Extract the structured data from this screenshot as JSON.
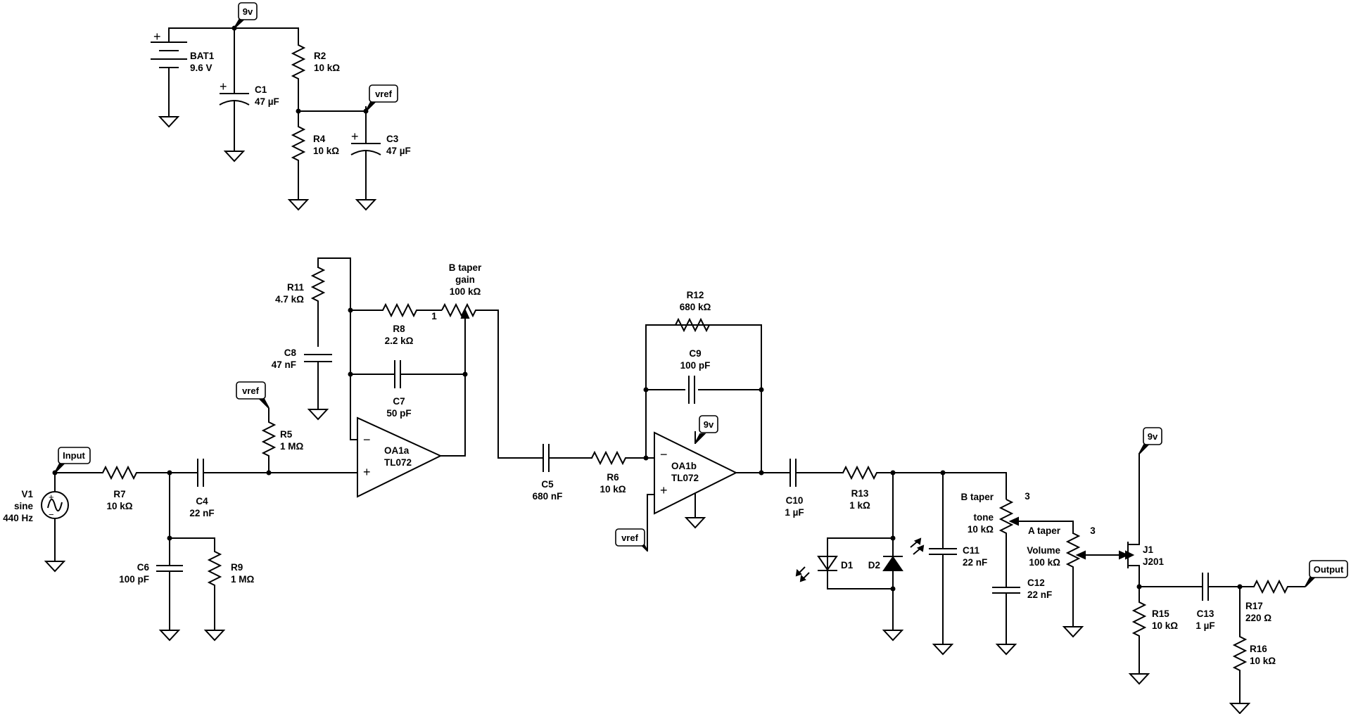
{
  "net_labels": {
    "nine_v": "9v",
    "vref": "vref",
    "input": "Input",
    "output": "Output"
  },
  "components": {
    "bat1": {
      "ref": "BAT1",
      "value": "9.6 V"
    },
    "c1": {
      "ref": "C1",
      "value": "47 µF"
    },
    "r2": {
      "ref": "R2",
      "value": "10 kΩ"
    },
    "r4": {
      "ref": "R4",
      "value": "10 kΩ"
    },
    "c3": {
      "ref": "C3",
      "value": "47 µF"
    },
    "v1": {
      "ref": "V1",
      "type": "sine",
      "value": "440 Hz"
    },
    "r7": {
      "ref": "R7",
      "value": "10 kΩ"
    },
    "c4": {
      "ref": "C4",
      "value": "22 nF"
    },
    "c6": {
      "ref": "C6",
      "value": "100 pF"
    },
    "r9": {
      "ref": "R9",
      "value": "1 MΩ"
    },
    "r5": {
      "ref": "R5",
      "value": "1 MΩ"
    },
    "r11": {
      "ref": "R11",
      "value": "4.7 kΩ"
    },
    "c8": {
      "ref": "C8",
      "value": "47 nF"
    },
    "r8": {
      "ref": "R8",
      "value": "2.2 kΩ"
    },
    "gain": {
      "taper": "B taper",
      "ref": "gain",
      "value": "100 kΩ",
      "pin": "1"
    },
    "c7": {
      "ref": "C7",
      "value": "50 pF"
    },
    "oa1a": {
      "ref": "OA1a",
      "part": "TL072"
    },
    "c5": {
      "ref": "C5",
      "value": "680 nF"
    },
    "r6": {
      "ref": "R6",
      "value": "10 kΩ"
    },
    "r12": {
      "ref": "R12",
      "value": "680 kΩ"
    },
    "c9": {
      "ref": "C9",
      "value": "100 pF"
    },
    "oa1b": {
      "ref": "OA1b",
      "part": "TL072"
    },
    "c10": {
      "ref": "C10",
      "value": "1 µF"
    },
    "r13": {
      "ref": "R13",
      "value": "1 kΩ"
    },
    "d1": {
      "ref": "D1"
    },
    "d2": {
      "ref": "D2"
    },
    "c11": {
      "ref": "C11",
      "value": "22 nF"
    },
    "tone": {
      "taper": "B taper",
      "ref": "tone",
      "value": "10 kΩ",
      "pin": "3"
    },
    "c12": {
      "ref": "C12",
      "value": "22 nF"
    },
    "volume": {
      "taper": "A taper",
      "ref": "Volume",
      "value": "100 kΩ",
      "pin": "3"
    },
    "j1": {
      "ref": "J1",
      "part": "J201"
    },
    "r15": {
      "ref": "R15",
      "value": "10 kΩ"
    },
    "c13": {
      "ref": "C13",
      "value": "1 µF"
    },
    "r17": {
      "ref": "R17",
      "value": "220 Ω"
    },
    "r16": {
      "ref": "R16",
      "value": "10 kΩ"
    }
  },
  "symbols": {
    "plus": "+",
    "minus": "−"
  }
}
